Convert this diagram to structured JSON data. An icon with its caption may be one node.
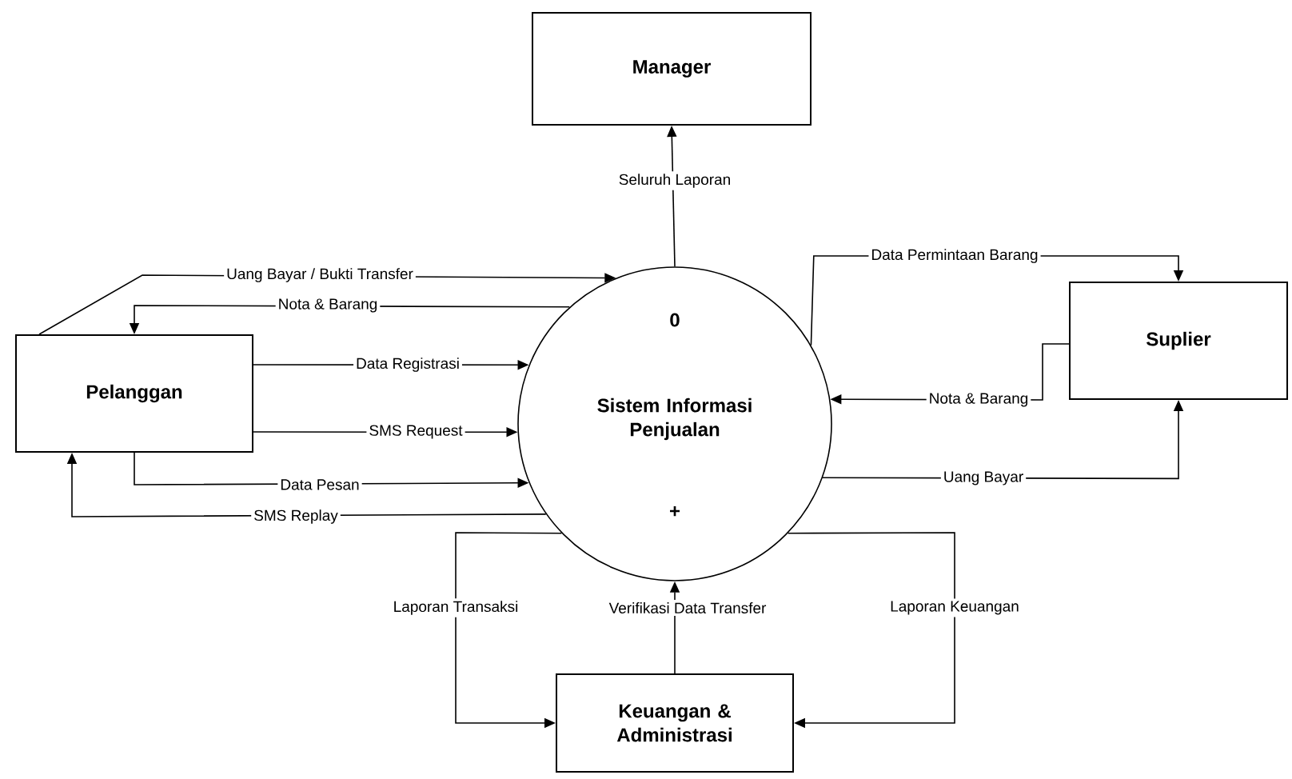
{
  "diagram": {
    "nodes": [
      {
        "text": [
          "Manager"
        ]
      },
      {
        "text": [
          "0",
          "Sistem Informasi Penjualan",
          "+"
        ]
      },
      {
        "text": [
          "Pelanggan"
        ]
      },
      {
        "text": [
          "Suplier"
        ]
      },
      {
        "text": [
          "Keuangan & Administrasi"
        ]
      }
    ],
    "edges": [
      {
        "from": 1,
        "to": 0,
        "arrow": "to",
        "label": "Seluruh Laporan"
      },
      {
        "from": 2,
        "to": 1,
        "arrow": "to",
        "label": "Uang Bayar / Bukti Transfer"
      },
      {
        "from": 1,
        "to": 2,
        "arrow": "to",
        "label": "Nota & Barang"
      },
      {
        "from": 2,
        "to": 1,
        "arrow": "to",
        "label": "Data Registrasi"
      },
      {
        "from": 2,
        "to": 1,
        "arrow": "to",
        "label": "SMS Request"
      },
      {
        "from": 2,
        "to": 1,
        "arrow": "to",
        "label": "Data Pesan"
      },
      {
        "from": 1,
        "to": 2,
        "arrow": "to",
        "label": "SMS Replay"
      },
      {
        "from": 1,
        "to": 3,
        "arrow": "to",
        "label": "Data Permintaan Barang"
      },
      {
        "from": 3,
        "to": 1,
        "arrow": "to",
        "label": "Nota & Barang"
      },
      {
        "from": 1,
        "to": 3,
        "arrow": "to",
        "label": "Uang Bayar"
      },
      {
        "from": 1,
        "to": 4,
        "arrow": "to",
        "label": "Laporan Transaksi"
      },
      {
        "from": 4,
        "to": 1,
        "arrow": "to",
        "label": "Verifikasi Data Transfer"
      },
      {
        "from": 1,
        "to": 4,
        "arrow": "to",
        "label": "Laporan Keuangan"
      }
    ]
  }
}
